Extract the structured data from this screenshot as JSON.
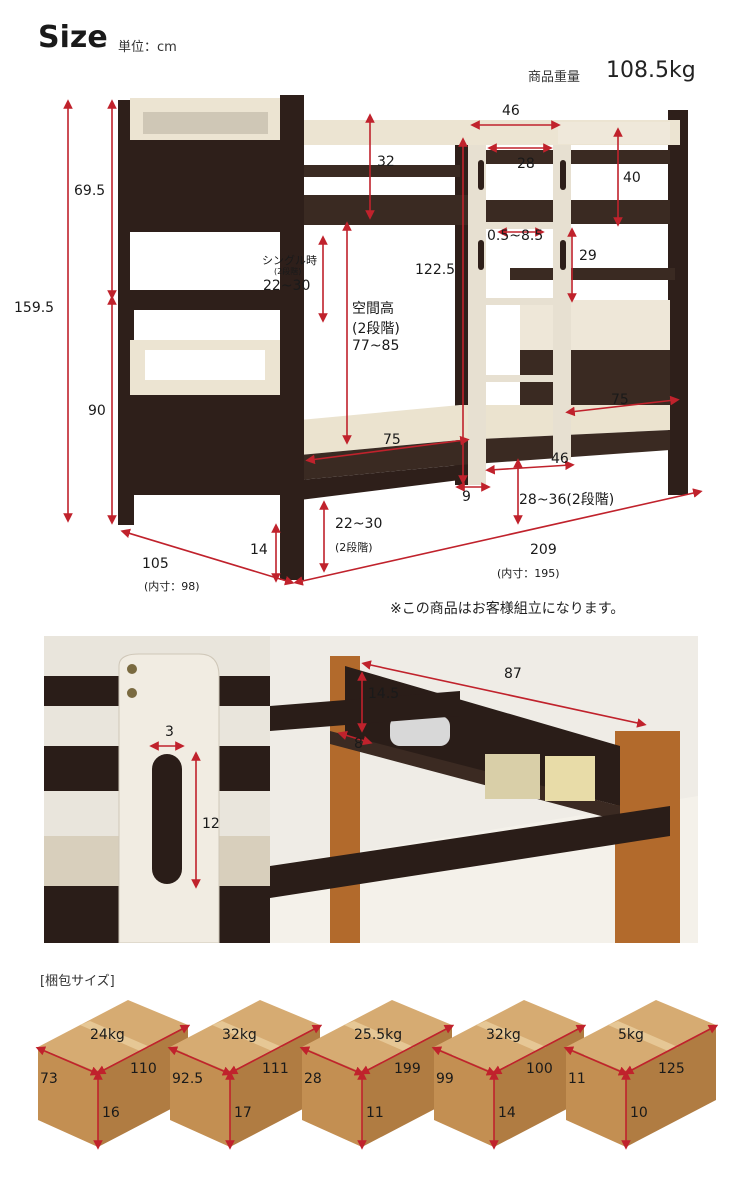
{
  "header": {
    "title": "Size",
    "unit": "単位：cm",
    "weight_label": "商品重量",
    "weight_value": "108.5kg"
  },
  "dimensions": {
    "total_height": "159.5",
    "upper_height": "69.5",
    "lower_height": "90",
    "guard_height": "32",
    "ladder_width": "46",
    "ladder_inner": "28",
    "shelf_height": "40",
    "rail_gap": "0.5~8.5",
    "ladder_step": "29",
    "ladder_total": "122.5",
    "single_note_1": "シングル時",
    "single_note_2": "(2段階)",
    "single_range": "22~30",
    "space_1": "空間高",
    "space_2": "(2段階)",
    "space_range": "77~85",
    "bed_width_lower": "75",
    "bed_width_right": "75",
    "ladder_bottom": "46",
    "ladder_gap": "9",
    "ladder_depth": "28~36(2段階)",
    "leg": "14",
    "under_1": "22~30",
    "under_2": "(2段階)",
    "width": "105",
    "width_inner": "(内寸：98)",
    "length": "209",
    "length_inner": "(内寸：195)"
  },
  "note": "※この商品はお客様組立になります。",
  "detail_left": {
    "slot_width": "3",
    "slot_height": "12"
  },
  "detail_right": {
    "shelf_length": "87",
    "shelf_height": "14.5",
    "shelf_depth": "8"
  },
  "packaging": {
    "title": "[梱包サイズ]",
    "boxes": [
      {
        "weight": "24kg",
        "d": "73",
        "w": "110",
        "h": "16"
      },
      {
        "weight": "32kg",
        "d": "92.5",
        "w": "111",
        "h": "17"
      },
      {
        "weight": "25.5kg",
        "d": "28",
        "w": "199",
        "h": "11"
      },
      {
        "weight": "32kg",
        "d": "99",
        "w": "100",
        "h": "14"
      },
      {
        "weight": "5kg",
        "d": "11",
        "w": "125",
        "h": "10"
      }
    ]
  },
  "colors": {
    "frame": "#2e1f1a",
    "rail": "#e7e0d1",
    "arrow": "#c0222c",
    "cardboard": "#c99a5f"
  }
}
